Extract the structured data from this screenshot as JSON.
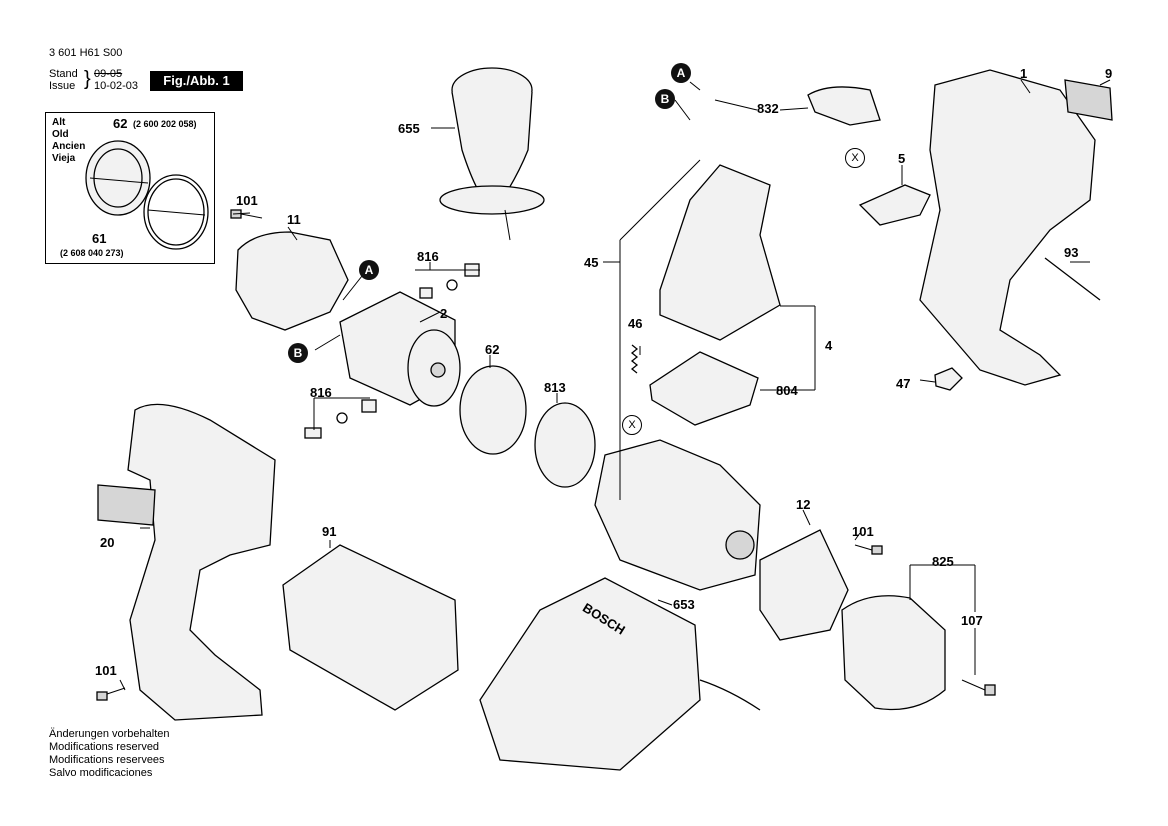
{
  "header": {
    "doc_code": "3 601 H61 S00",
    "stand_label": "Stand",
    "stand_value": "09-05",
    "issue_label": "Issue",
    "issue_value": "10-02-03",
    "figure_badge": "Fig./Abb. 1"
  },
  "inset": {
    "label_lines": [
      "Alt",
      "Old",
      "Ancien",
      "Vieja"
    ],
    "part_62": "62",
    "part_62_ref": "(2 600 202 058)",
    "part_61": "61",
    "part_61_ref": "(2 608 040 273)"
  },
  "callouts": {
    "A": "A",
    "B": "B",
    "X": "X"
  },
  "part_numbers": {
    "p1": "1",
    "p2": "2",
    "p4": "4",
    "p5": "5",
    "p9": "9",
    "p11": "11",
    "p12": "12",
    "p20": "20",
    "p45": "45",
    "p46": "46",
    "p47": "47",
    "p62": "62",
    "p91": "91",
    "p93": "93",
    "p101a": "101",
    "p101b": "101",
    "p101c": "101",
    "p107": "107",
    "p653": "653",
    "p655": "655",
    "p804": "804",
    "p813": "813",
    "p816a": "816",
    "p816b": "816",
    "p825": "825",
    "p832": "832"
  },
  "charger_brand": "BOSCH",
  "footer": {
    "lines": [
      "Änderungen vorbehalten",
      "Modifications reserved",
      "Modifications reservees",
      "Salvo modificaciones"
    ]
  }
}
